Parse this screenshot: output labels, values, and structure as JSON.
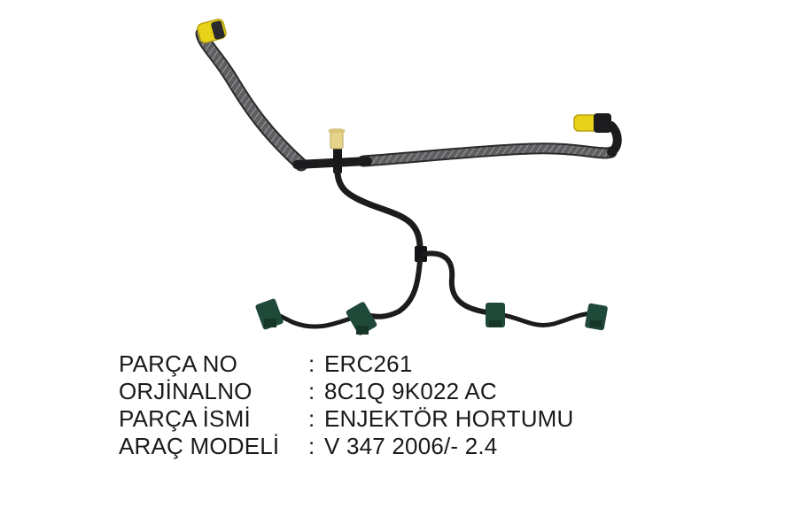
{
  "product": {
    "specs": [
      {
        "label": "PARÇA NO",
        "separator": ":",
        "value": "ERC261"
      },
      {
        "label": "ORJİNALNO",
        "separator": ":",
        "value": "8C1Q 9K022 AC"
      },
      {
        "label": "PARÇA İSMİ",
        "separator": ":",
        "value": "ENJEKTÖR HORTUMU"
      },
      {
        "label": "ARAÇ MODELİ",
        "separator": ":",
        "value": "V 347 2006/- 2.4"
      }
    ]
  },
  "colors": {
    "background": "#ffffff",
    "text": "#1a1a1a",
    "hose_black": "#1c1c1e",
    "braid_grey": "#6e6e70",
    "connector_yellow": "#e8d21a",
    "connector_beige": "#e6d48a",
    "clip_green": "#1f4a3a"
  }
}
